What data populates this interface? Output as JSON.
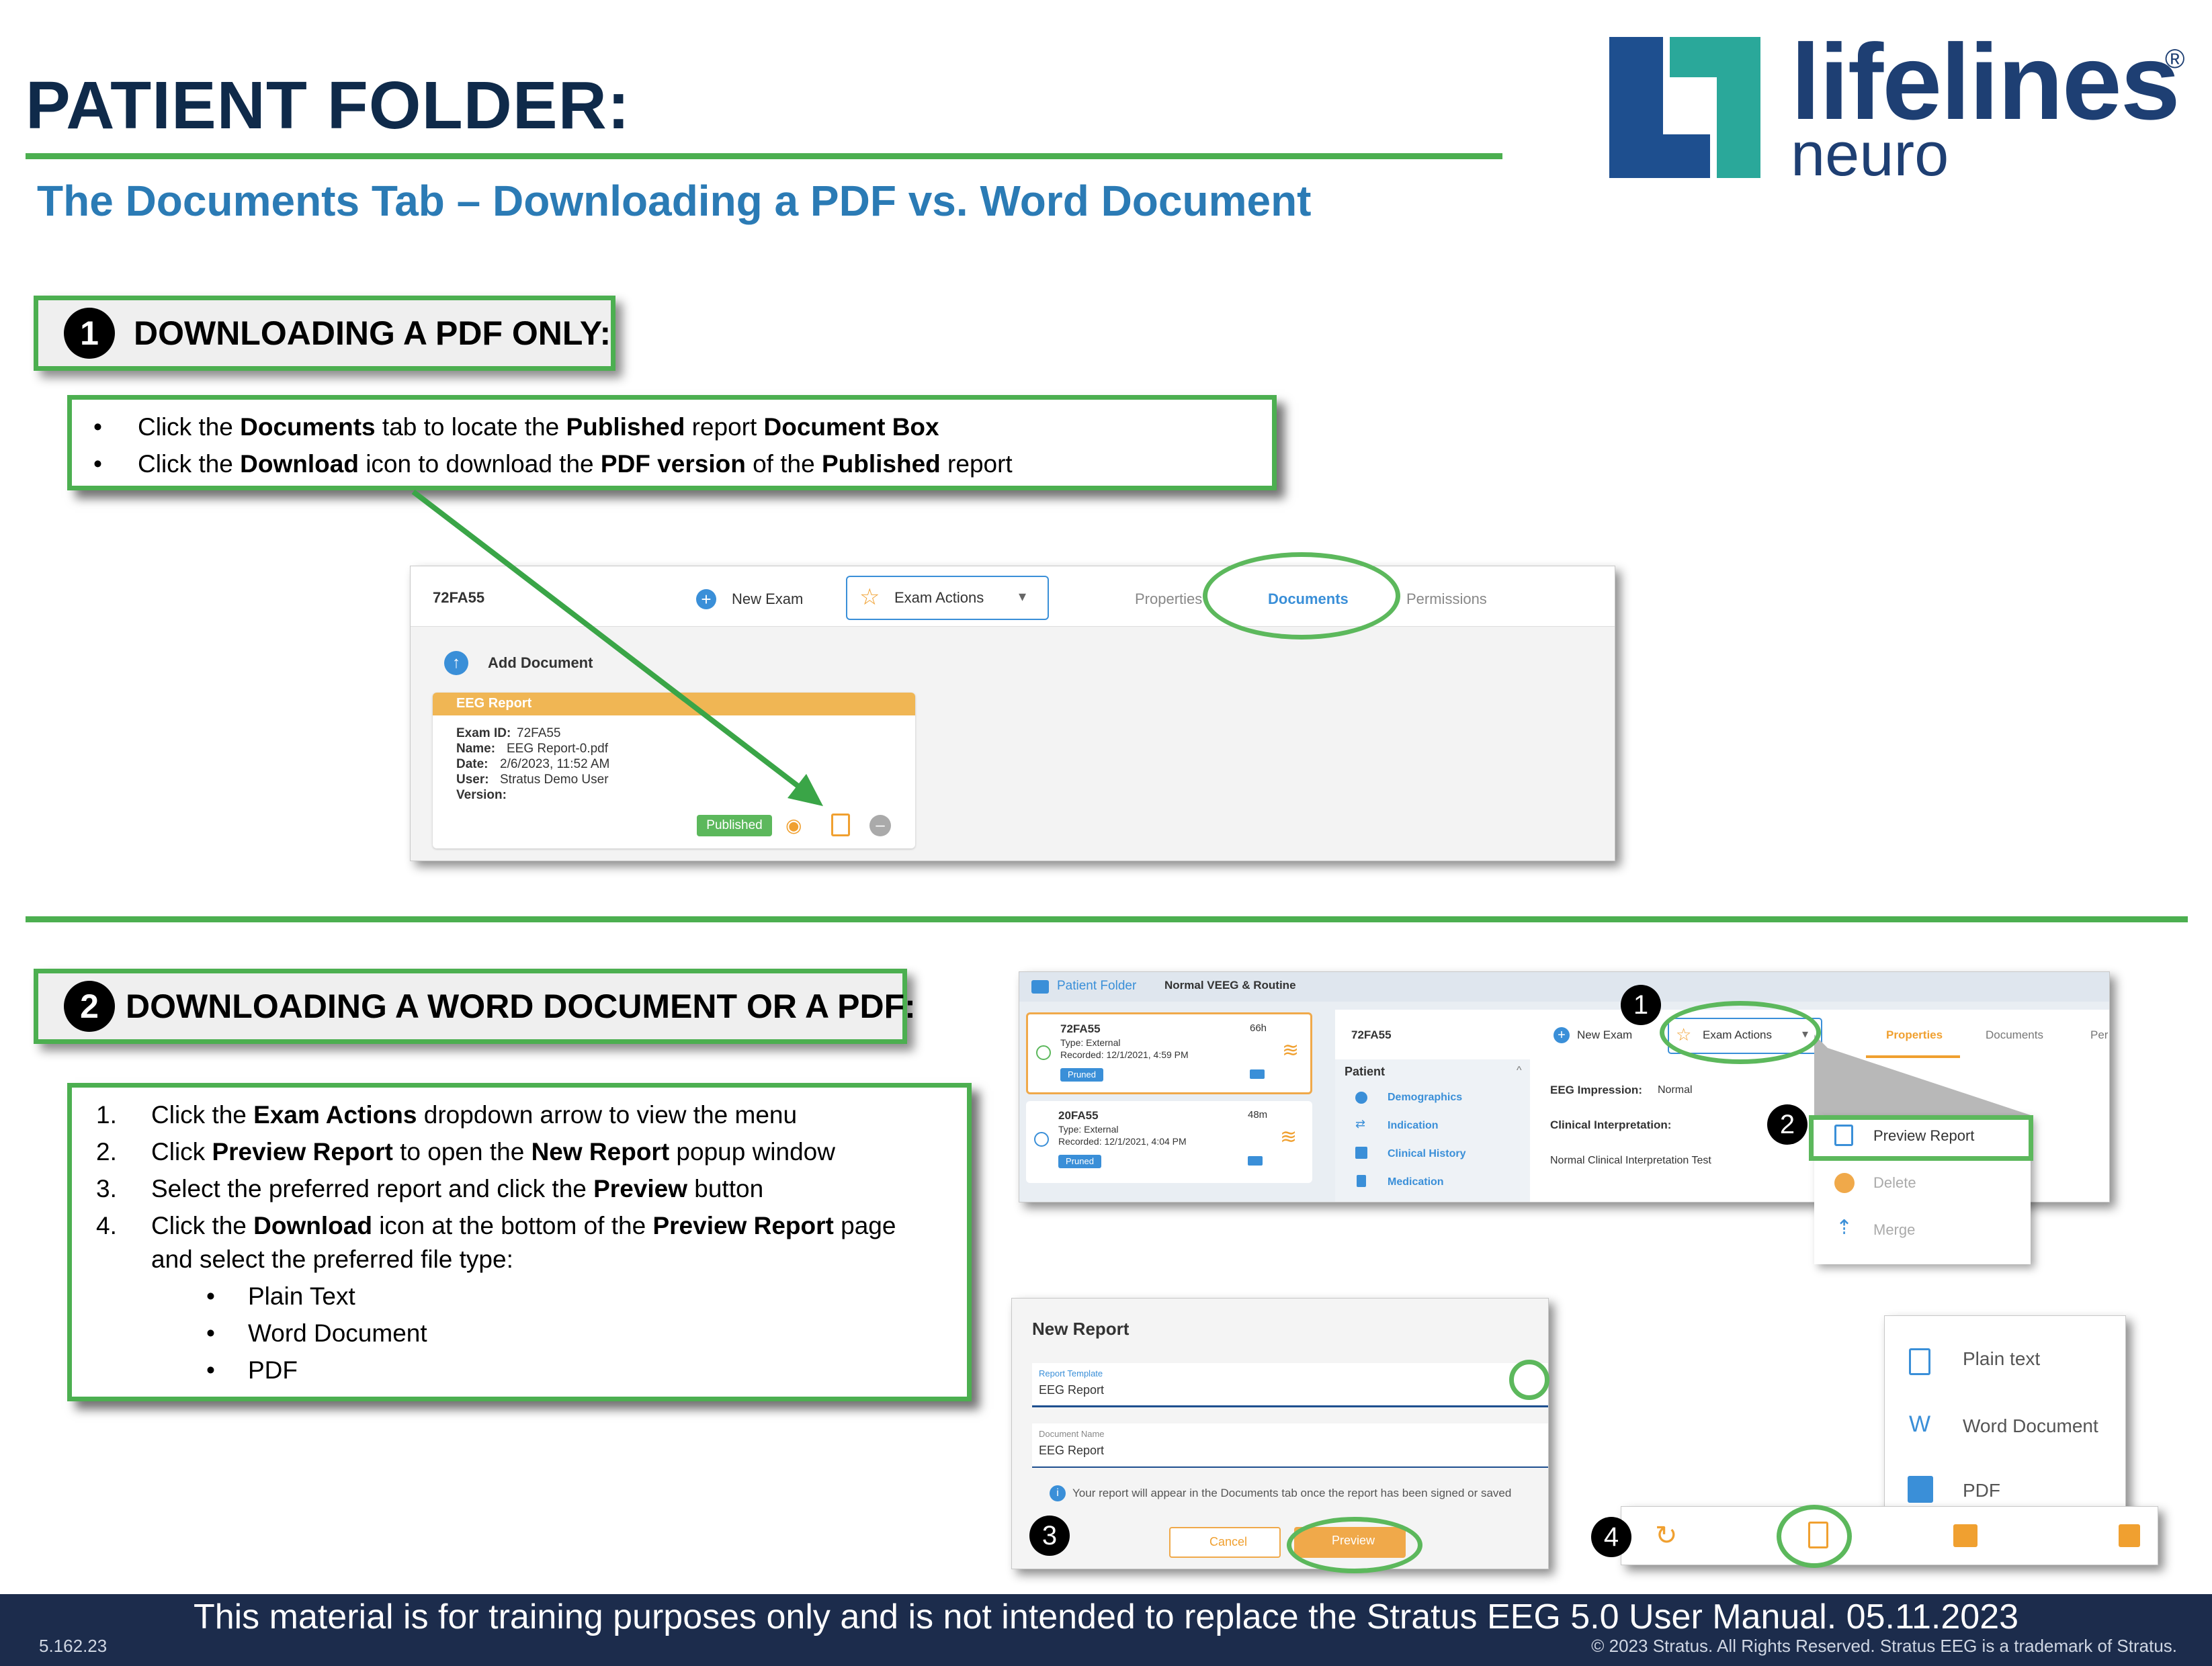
{
  "header": {
    "title": "PATIENT FOLDER:",
    "subtitle": "The Documents Tab – Downloading a PDF vs. Word Document",
    "logo_name": "lifelines",
    "logo_registered": "®",
    "logo_sub": "neuro"
  },
  "section1": {
    "number": "1",
    "heading": "DOWNLOADING A PDF ONLY:",
    "bullet_symbol": "•",
    "bullets": [
      [
        "Click the ",
        "Documents",
        " tab to locate the ",
        "Published",
        " report ",
        "Document Box"
      ],
      [
        "Click the ",
        "Download",
        " icon to download the ",
        "PDF version",
        " of the ",
        "Published",
        " report"
      ]
    ],
    "screenshot": {
      "exam_id": "72FA55",
      "new_exam": "New Exam",
      "exam_actions": "Exam Actions",
      "tabs": [
        "Properties",
        "Documents",
        "Permissions"
      ],
      "add_document": "Add Document",
      "card_title": "EEG Report",
      "card_fields": [
        [
          "Exam ID:",
          "72FA55"
        ],
        [
          "Name:",
          "EEG Report-0.pdf"
        ],
        [
          "Date:",
          "2/6/2023, 11:52 AM"
        ],
        [
          "User:",
          "Stratus Demo User"
        ],
        [
          "Version:",
          ""
        ]
      ],
      "status_badge": "Published"
    }
  },
  "section2": {
    "number": "2",
    "heading": "DOWNLOADING A WORD DOCUMENT OR A PDF:",
    "steps": [
      {
        "n": "1.",
        "parts": [
          "Click the ",
          "Exam Actions",
          " dropdown arrow to view the menu"
        ]
      },
      {
        "n": "2.",
        "parts": [
          "Click ",
          "Preview Report",
          " to open the ",
          "New Report",
          " popup window"
        ]
      },
      {
        "n": "3.",
        "parts": [
          "Select the preferred report and click the ",
          "Preview",
          " button"
        ]
      },
      {
        "n": "4.",
        "parts": [
          "Click the ",
          "Download",
          " icon at the bottom of the ",
          "Preview Report",
          " page"
        ]
      },
      {
        "n": "",
        "parts": [
          "and select the preferred file type:"
        ]
      }
    ],
    "file_types": [
      "Plain Text",
      "Word Document",
      "PDF"
    ],
    "screenshot_a": {
      "breadcrumb": "Patient Folder",
      "folder_name": "Normal VEEG & Routine",
      "exams": [
        {
          "id": "72FA55",
          "duration": "66h",
          "type": "Type: External",
          "recorded": "Recorded: 12/1/2021, 4:59 PM",
          "badge": "Pruned"
        },
        {
          "id": "20FA55",
          "duration": "48m",
          "type": "Type: External",
          "recorded": "Recorded: 12/1/2021, 4:04 PM",
          "badge": "Pruned"
        }
      ],
      "exam_id": "72FA55",
      "new_exam": "New Exam",
      "exam_actions": "Exam Actions",
      "tabs": [
        "Properties",
        "Documents",
        "Per"
      ],
      "patient_label": "Patient",
      "patient_items": [
        "Demographics",
        "Indication",
        "Clinical History",
        "Medication"
      ],
      "eeg_impression_label": "EEG Impression:",
      "eeg_impression_value": "Normal",
      "clinical_label": "Clinical Interpretation:",
      "clinical_value": "Normal Clinical Interpretation Test",
      "menu_items": [
        "Preview Report",
        "Delete",
        "Merge"
      ],
      "callouts": [
        "1",
        "2"
      ]
    },
    "screenshot_b": {
      "title": "New Report",
      "template_label": "Report Template",
      "template_value": "EEG Report",
      "docname_label": "Document Name",
      "docname_value": "EEG Report",
      "info_text": "Your report will appear in the Documents tab once the report has been signed or saved",
      "cancel": "Cancel",
      "preview": "Preview",
      "callout": "3"
    },
    "screenshot_c": {
      "options": [
        "Plain text",
        "Word Document",
        "PDF"
      ],
      "callout": "4"
    }
  },
  "footer": {
    "text": "This material is for training purposes only and is not intended to replace the Stratus EEG 5.0 User Manual. 05.11.2023",
    "version": "5.162.23",
    "copyright": "© 2023 Stratus. All Rights Reserved. Stratus EEG is a trademark of Stratus."
  },
  "colors": {
    "green": "#4caf50",
    "navy": "#0f2a4a",
    "blue": "#2b7bb5",
    "orange": "#f0a94a",
    "footer": "#1c2c4c"
  }
}
